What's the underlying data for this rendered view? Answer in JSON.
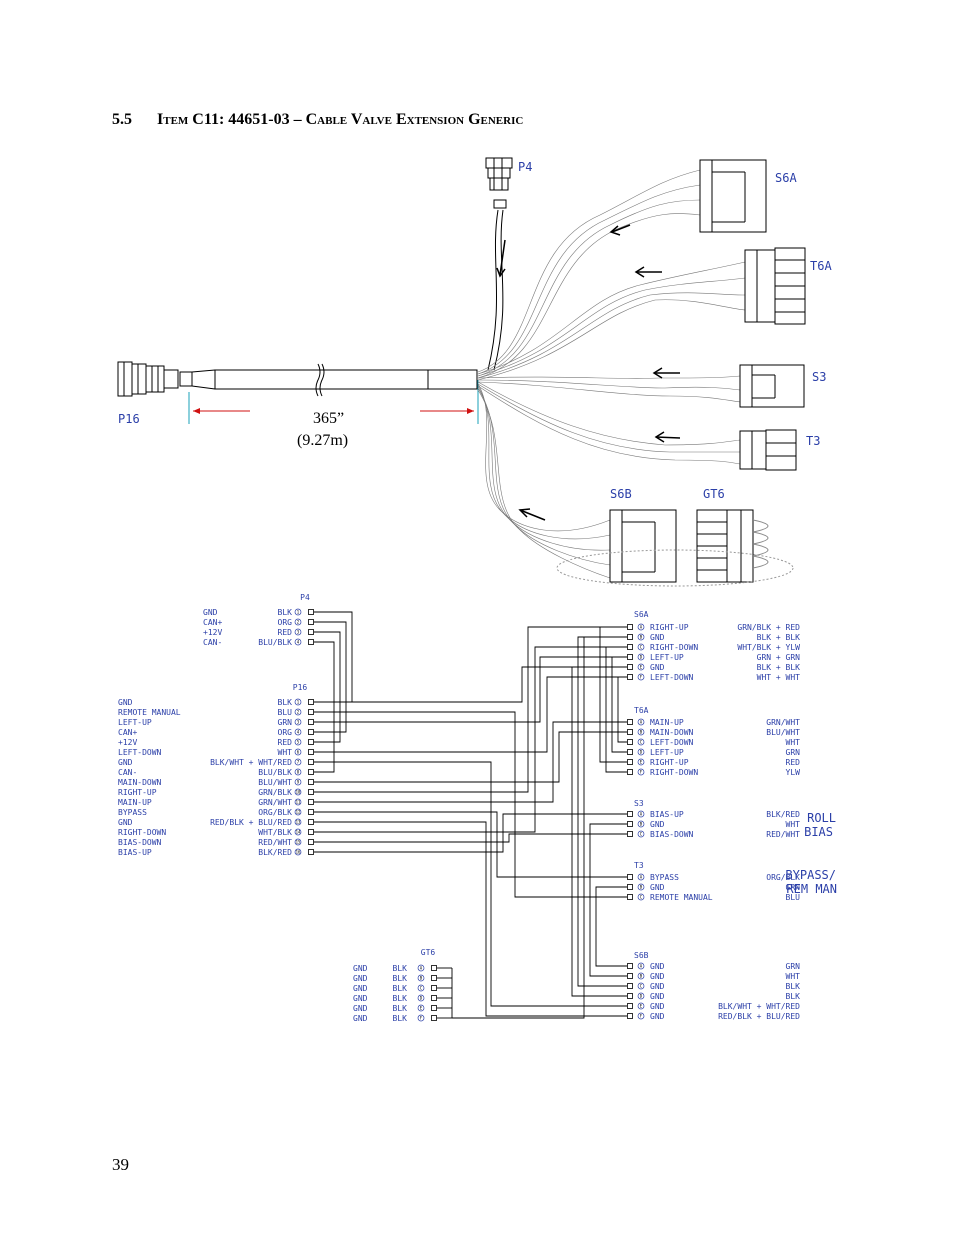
{
  "section": {
    "number": "5.5",
    "item_label": "Item C11:",
    "part_number": "44651-03",
    "dash": "–",
    "title": "Cable Valve Extension Generic"
  },
  "page_number": "39",
  "harness": {
    "connector_labels": [
      "P4",
      "S6A",
      "T6A",
      "S3",
      "T3",
      "S6B",
      "GT6",
      "P16"
    ],
    "length_label": "365”",
    "length_metric": "(9.27m)"
  },
  "schematic": {
    "p4": {
      "title": "P4",
      "rows": [
        {
          "name": "GND",
          "color": "BLK",
          "pin": "1"
        },
        {
          "name": "CAN+",
          "color": "ORG",
          "pin": "2"
        },
        {
          "name": "+12V",
          "color": "RED",
          "pin": "3"
        },
        {
          "name": "CAN-",
          "color": "BLU/BLK",
          "pin": "4"
        }
      ]
    },
    "p16": {
      "title": "P16",
      "rows": [
        {
          "name": "GND",
          "color": "BLK",
          "pin": "1"
        },
        {
          "name": "REMOTE MANUAL",
          "color": "BLU",
          "pin": "2"
        },
        {
          "name": "LEFT-UP",
          "color": "GRN",
          "pin": "3"
        },
        {
          "name": "CAN+",
          "color": "ORG",
          "pin": "4"
        },
        {
          "name": "+12V",
          "color": "RED",
          "pin": "5"
        },
        {
          "name": "LEFT-DOWN",
          "color": "WHT",
          "pin": "6"
        },
        {
          "name": "GND",
          "color": "BLK/WHT + WHT/RED",
          "pin": "7"
        },
        {
          "name": "CAN-",
          "color": "BLU/BLK",
          "pin": "8"
        },
        {
          "name": "MAIN-DOWN",
          "color": "BLU/WHT",
          "pin": "9"
        },
        {
          "name": "RIGHT-UP",
          "color": "GRN/BLK",
          "pin": "10"
        },
        {
          "name": "MAIN-UP",
          "color": "GRN/WHT",
          "pin": "11"
        },
        {
          "name": "BYPASS",
          "color": "ORG/BLK",
          "pin": "12"
        },
        {
          "name": "GND",
          "color": "RED/BLK + BLU/RED",
          "pin": "13"
        },
        {
          "name": "RIGHT-DOWN",
          "color": "WHT/BLK",
          "pin": "14"
        },
        {
          "name": "BIAS-DOWN",
          "color": "RED/WHT",
          "pin": "15"
        },
        {
          "name": "BIAS-UP",
          "color": "BLK/RED",
          "pin": "16"
        }
      ]
    },
    "gt6": {
      "title": "GT6",
      "rows": [
        {
          "name": "GND",
          "color": "BLK",
          "pin": "A"
        },
        {
          "name": "GND",
          "color": "BLK",
          "pin": "B"
        },
        {
          "name": "GND",
          "color": "BLK",
          "pin": "C"
        },
        {
          "name": "GND",
          "color": "BLK",
          "pin": "D"
        },
        {
          "name": "GND",
          "color": "BLK",
          "pin": "E"
        },
        {
          "name": "GND",
          "color": "BLK",
          "pin": "F"
        }
      ]
    },
    "s6a": {
      "title": "S6A",
      "rows": [
        {
          "pin": "A",
          "name": "RIGHT-UP",
          "color": "GRN/BLK + RED"
        },
        {
          "pin": "B",
          "name": "GND",
          "color": "BLK + BLK"
        },
        {
          "pin": "C",
          "name": "RIGHT-DOWN",
          "color": "WHT/BLK + YLW"
        },
        {
          "pin": "D",
          "name": "LEFT-UP",
          "color": "GRN + GRN"
        },
        {
          "pin": "E",
          "name": "GND",
          "color": "BLK + BLK"
        },
        {
          "pin": "F",
          "name": "LEFT-DOWN",
          "color": "WHT + WHT"
        }
      ]
    },
    "t6a": {
      "title": "T6A",
      "rows": [
        {
          "pin": "A",
          "name": "MAIN-UP",
          "color": "GRN/WHT"
        },
        {
          "pin": "B",
          "name": "MAIN-DOWN",
          "color": "BLU/WHT"
        },
        {
          "pin": "C",
          "name": "LEFT-DOWN",
          "color": "WHT"
        },
        {
          "pin": "D",
          "name": "LEFT-UP",
          "color": "GRN"
        },
        {
          "pin": "E",
          "name": "RIGHT-UP",
          "color": "RED"
        },
        {
          "pin": "F",
          "name": "RIGHT-DOWN",
          "color": "YLW"
        }
      ]
    },
    "s3": {
      "title": "S3",
      "rows": [
        {
          "pin": "A",
          "name": "BIAS-UP",
          "color": "BLK/RED"
        },
        {
          "pin": "B",
          "name": "GND",
          "color": "WHT"
        },
        {
          "pin": "C",
          "name": "BIAS-DOWN",
          "color": "RED/WHT"
        }
      ],
      "note": [
        "ROLL",
        "BIAS"
      ]
    },
    "t3": {
      "title": "T3",
      "rows": [
        {
          "pin": "A",
          "name": "BYPASS",
          "color": "ORG/BLK"
        },
        {
          "pin": "B",
          "name": "GND",
          "color": "GRN"
        },
        {
          "pin": "C",
          "name": "REMOTE MANUAL",
          "color": "BLU"
        }
      ],
      "note": [
        "BYPASS/",
        "REM MAN"
      ]
    },
    "s6b": {
      "title": "S6B",
      "rows": [
        {
          "pin": "A",
          "name": "GND",
          "color": "GRN"
        },
        {
          "pin": "B",
          "name": "GND",
          "color": "WHT"
        },
        {
          "pin": "C",
          "name": "GND",
          "color": "BLK"
        },
        {
          "pin": "D",
          "name": "GND",
          "color": "BLK"
        },
        {
          "pin": "E",
          "name": "GND",
          "color": "BLK/WHT + WHT/RED"
        },
        {
          "pin": "F",
          "name": "GND",
          "color": "RED/BLK + BLU/RED"
        }
      ]
    }
  }
}
